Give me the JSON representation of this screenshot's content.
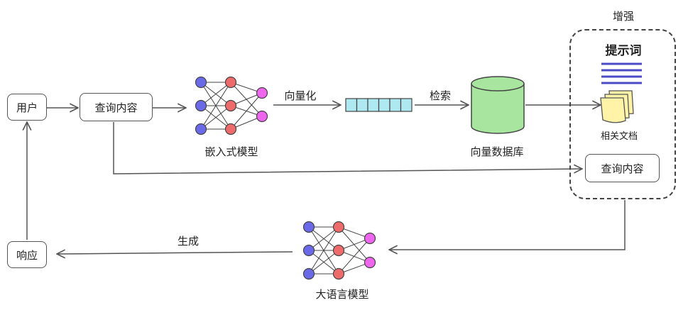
{
  "nodes": {
    "user": "用户",
    "query_in": "查询内容",
    "embed_model": "嵌入式模型",
    "vectorize": "向量化",
    "retrieve": "检索",
    "vector_db": "向量数据库",
    "enhance": "增强",
    "prompt": "提示词",
    "related_docs": "相关文档",
    "query_aug": "查询内容",
    "generate": "生成",
    "response": "响应",
    "llm": "大语言模型"
  },
  "colors": {
    "nn_input": "#6a6ae8",
    "nn_hidden": "#ee6b6b",
    "nn_output": "#ee66ee",
    "vector_cell": "#aee8f0",
    "db_fill": "#a8e6a0",
    "prompt_lines": "#4b4bc8",
    "doc_fill": "#fff3a8"
  },
  "vector_cells": 6
}
